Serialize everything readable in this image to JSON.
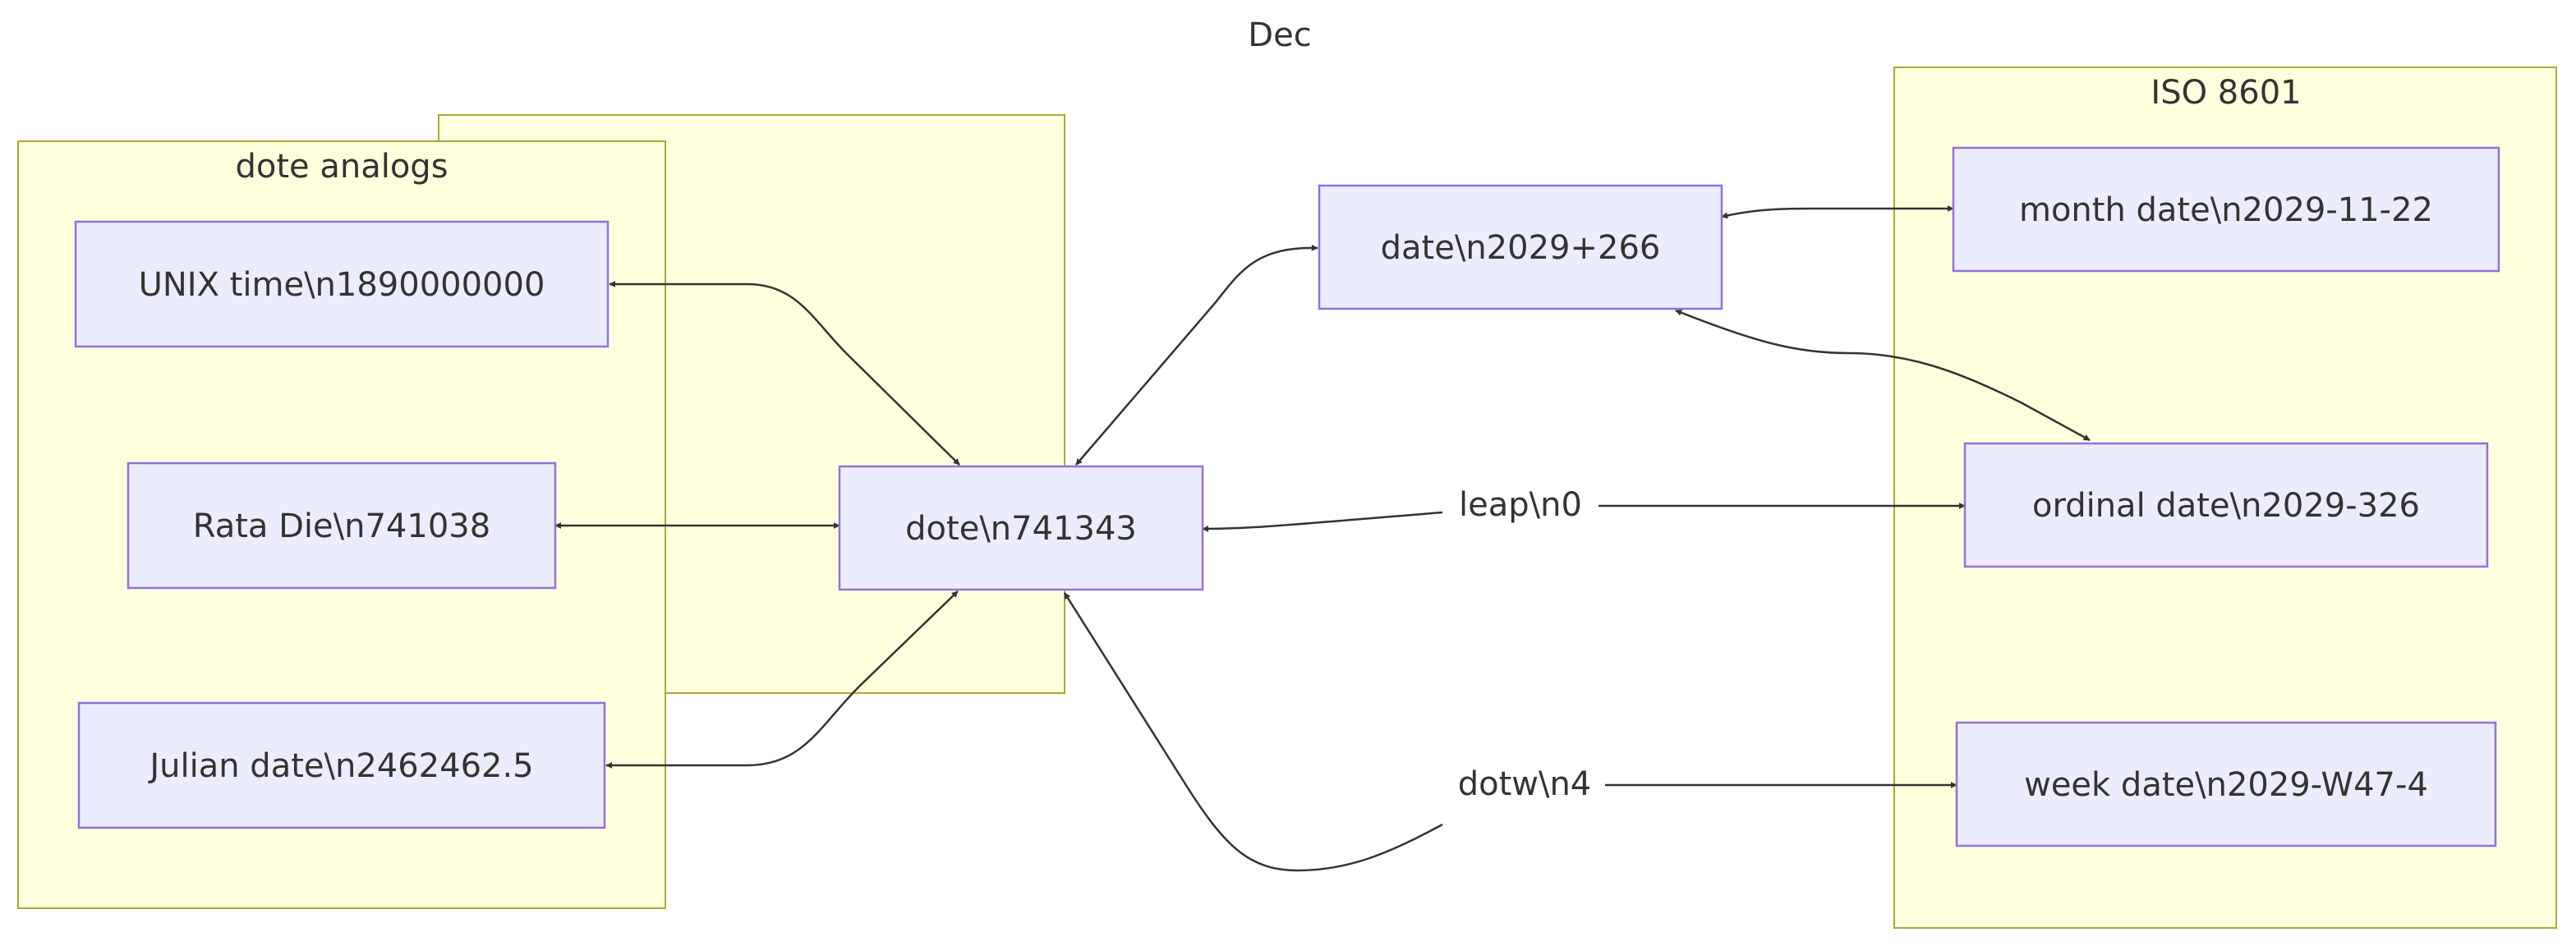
{
  "title": "Dec",
  "clusters": {
    "dote_analogs": {
      "label": "dote analogs"
    },
    "dote_group": {
      "label": ""
    },
    "iso": {
      "label": "ISO 8601"
    }
  },
  "nodes": {
    "unix": "UNIX time\\n1890000000",
    "ratadie": "Rata Die\\n741038",
    "julian": "Julian date\\n2462462.5",
    "dote": "dote\\n741343",
    "date": "date\\n2029+266",
    "month": "month date\\n2029-11-22",
    "ordinal": "ordinal date\\n2029-326",
    "week": "week date\\n2029-W47-4"
  },
  "edge_labels": {
    "leap": "leap\\n0",
    "dotw": "dotw\\n4"
  },
  "colors": {
    "cluster_fill": "#ffffde",
    "cluster_stroke": "#aaaa33",
    "node_fill": "#ececff",
    "node_stroke": "#9370db",
    "edge": "#333333",
    "text": "#333333"
  }
}
